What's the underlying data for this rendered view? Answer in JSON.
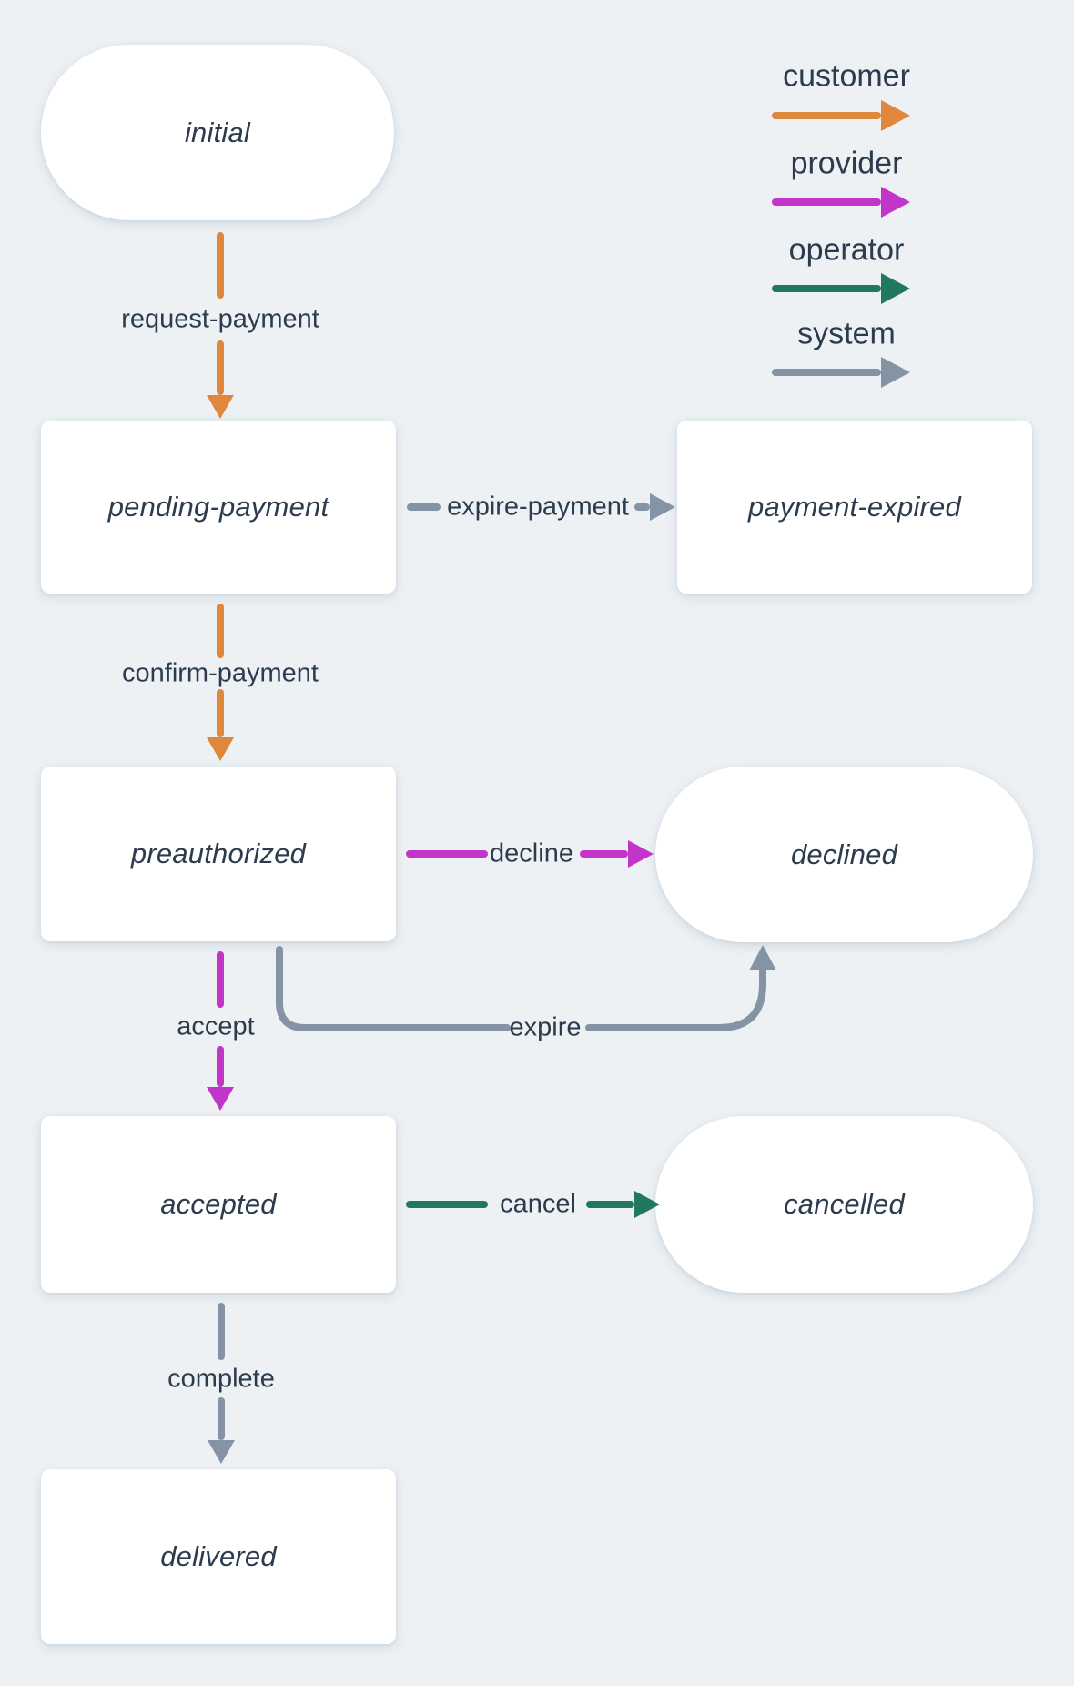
{
  "colors": {
    "customer": "#e0873e",
    "provider": "#c135c9",
    "operator": "#20795f",
    "system": "#8494a4",
    "text": "#2c3c4e",
    "background": "#edf1f4",
    "node_fill": "#ffffff"
  },
  "legend": {
    "items": [
      {
        "id": "customer",
        "label": "customer"
      },
      {
        "id": "provider",
        "label": "provider"
      },
      {
        "id": "operator",
        "label": "operator"
      },
      {
        "id": "system",
        "label": "system"
      }
    ]
  },
  "nodes": {
    "initial": {
      "label": "initial",
      "shape": "stadium"
    },
    "pending_payment": {
      "label": "pending-payment",
      "shape": "rect"
    },
    "payment_expired": {
      "label": "payment-expired",
      "shape": "rect"
    },
    "preauthorized": {
      "label": "preauthorized",
      "shape": "rect"
    },
    "declined": {
      "label": "declined",
      "shape": "stadium"
    },
    "accepted": {
      "label": "accepted",
      "shape": "rect"
    },
    "cancelled": {
      "label": "cancelled",
      "shape": "stadium"
    },
    "delivered": {
      "label": "delivered",
      "shape": "rect"
    }
  },
  "edges": {
    "request_payment": {
      "label": "request-payment",
      "from": "initial",
      "to": "pending-payment",
      "actor": "customer"
    },
    "expire_payment": {
      "label": "expire-payment",
      "from": "pending-payment",
      "to": "payment-expired",
      "actor": "system"
    },
    "confirm_payment": {
      "label": "confirm-payment",
      "from": "pending-payment",
      "to": "preauthorized",
      "actor": "customer"
    },
    "decline": {
      "label": "decline",
      "from": "preauthorized",
      "to": "declined",
      "actor": "provider"
    },
    "expire": {
      "label": "expire",
      "from": "preauthorized",
      "to": "declined",
      "actor": "system"
    },
    "accept": {
      "label": "accept",
      "from": "preauthorized",
      "to": "accepted",
      "actor": "provider"
    },
    "cancel": {
      "label": "cancel",
      "from": "accepted",
      "to": "cancelled",
      "actor": "operator"
    },
    "complete": {
      "label": "complete",
      "from": "accepted",
      "to": "delivered",
      "actor": "system"
    }
  }
}
